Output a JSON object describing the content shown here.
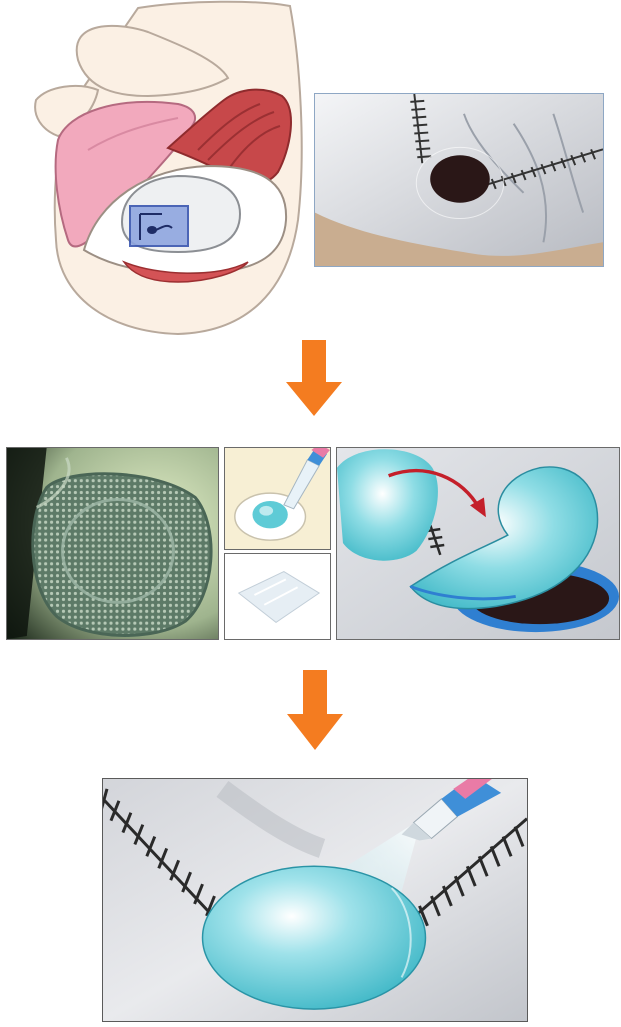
{
  "figure": {
    "steps": [
      {
        "panels": [
          "anatomy-overview",
          "defect-closeup"
        ]
      },
      {
        "panels": [
          "tissue-sheet-photo",
          "fibrin-glue-dish",
          "fibrin-sheet",
          "patch-placement"
        ]
      },
      {
        "panels": [
          "sealed-patch-result"
        ]
      }
    ],
    "colors": {
      "arrow": "#f47c20",
      "patch": "#5ecbd6",
      "muscle": "#c7484a",
      "pleura": "#f2a9bd",
      "defect": "#2a1717",
      "suture": "#2a2a2a",
      "sheet-blue": "#2f7fd1"
    }
  }
}
